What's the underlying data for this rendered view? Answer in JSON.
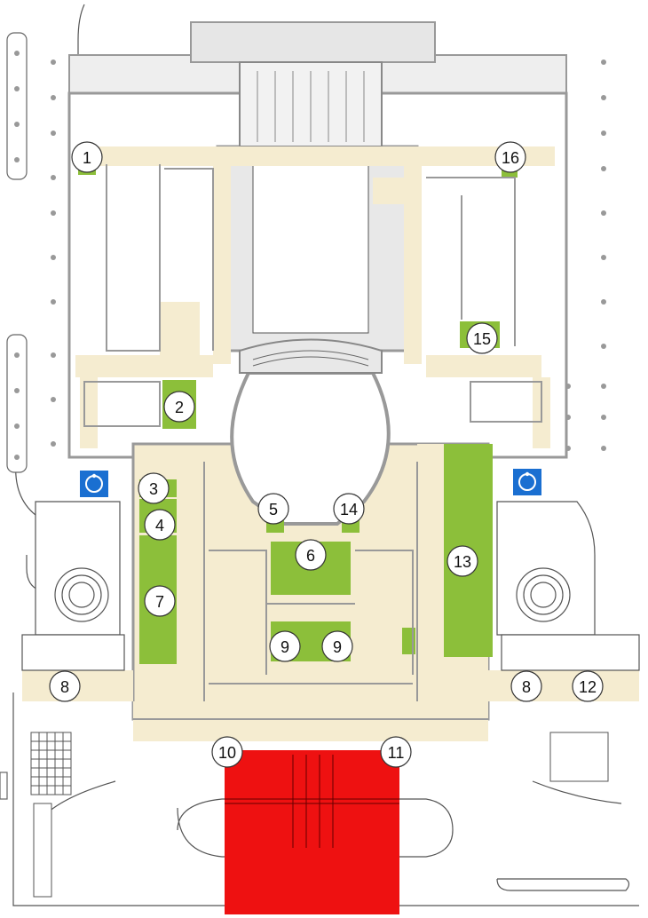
{
  "markers": [
    {
      "id": "m1",
      "label": "1"
    },
    {
      "id": "m2",
      "label": "2"
    },
    {
      "id": "m3",
      "label": "3"
    },
    {
      "id": "m4",
      "label": "4"
    },
    {
      "id": "m5",
      "label": "5"
    },
    {
      "id": "m6",
      "label": "6"
    },
    {
      "id": "m7",
      "label": "7"
    },
    {
      "id": "m8a",
      "label": "8"
    },
    {
      "id": "m8b",
      "label": "8"
    },
    {
      "id": "m9a",
      "label": "9"
    },
    {
      "id": "m9b",
      "label": "9"
    },
    {
      "id": "m10",
      "label": "10"
    },
    {
      "id": "m11",
      "label": "11"
    },
    {
      "id": "m12",
      "label": "12"
    },
    {
      "id": "m13",
      "label": "13"
    },
    {
      "id": "m14",
      "label": "14"
    },
    {
      "id": "m15",
      "label": "15"
    },
    {
      "id": "m16",
      "label": "16"
    }
  ],
  "colors": {
    "walls": "#a6a6a6",
    "corridor": "#f5ecd0",
    "accessible_room": "#8cbf3a",
    "entrance_carpet": "#ee1111",
    "accessibility_sign": "#1a6fd1",
    "outline": "#555555",
    "marker_fill": "#ffffff"
  },
  "icons": {
    "accessibility": "wheelchair-icon"
  }
}
